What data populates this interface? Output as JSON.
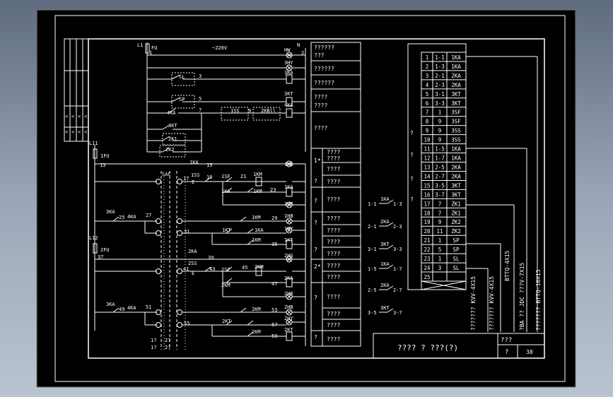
{
  "top": {
    "fuse_l1": "L1",
    "fuse_fu": "FU",
    "voltage": "~220V",
    "neutral": "N",
    "node_1": "1",
    "node_2": "2",
    "node_3": "3",
    "node_5": "5",
    "node_7": "7",
    "sl": "SL",
    "sp": "SP",
    "ka4": "4KA",
    "kt3": "3KT",
    "zk1": "ZK1",
    "zk2": "ZK2",
    "ss1": "1SS",
    "ss9": "9",
    "kbl1": "2KBll",
    "hw": "HW",
    "hy3": "3HY",
    "ka3": "3KA",
    "kt3_coil": "3KT",
    "ka4_coil": "4KA"
  },
  "mid": {
    "l11": "L11",
    "fu1": "1FU",
    "n13": "13",
    "l12": "L12",
    "fu2": "2FU",
    "n37": "37",
    "sac": "SAC",
    "n15": "15",
    "ka1": "1KA",
    "ss1": "1SS",
    "n17": "17",
    "n19": "19",
    "sf1": "1SF",
    "n21": "21",
    "km1": "1KM",
    "hg1": "1HG",
    "ka_c": "1KA",
    "km1b": "1KM",
    "n23": "23",
    "hr1": "1HR",
    "ka3b": "3KA",
    "n25": "25",
    "ka4b": "4KA",
    "n27": "27",
    "km1c": "1KM",
    "n29": "29",
    "hb1": "1HB",
    "kt1": "1KT",
    "n31": "31",
    "ka1c": "1KA",
    "hy1": "1HY",
    "km1d": "1KM",
    "n35": "35",
    "kt1b": "1KT",
    "hg2": "2HG",
    "ka2": "2KA",
    "ss2": "2SS",
    "n39": "39",
    "n41": "41",
    "n43": "43",
    "sf2": "2SF",
    "n45": "45",
    "km2": "2KM",
    "km2b": "2KM",
    "n47": "47",
    "ka2b": "2KA",
    "hr2": "2HR",
    "ka3c": "3KA",
    "n49": "49",
    "ka4c": "4KA",
    "n51": "51",
    "km2c": "2KM",
    "n53": "53",
    "hb2": "2HB",
    "hy2": "2HY",
    "n55": "55",
    "kt2": "2KT",
    "km2d": "2KM",
    "n57": "57",
    "n59": "59",
    "kt2b": "2KT",
    "bottom_left": [
      "1?",
      "2?",
      "1?",
      "2?"
    ],
    "e1": "E",
    "e2": "E"
  },
  "desc": {
    "top": [
      "??????",
      "???",
      "??????",
      "??????",
      "????",
      "????",
      "????"
    ],
    "lower": [
      "????",
      "????",
      "????",
      "????",
      "????",
      "????",
      "????",
      "????",
      "????",
      "????",
      "????",
      "????",
      "????",
      "????",
      "????",
      "????",
      "????"
    ],
    "marks": [
      "1*",
      "2*"
    ],
    "q": [
      "?",
      "?",
      "?",
      "?",
      "?",
      "?",
      "?",
      "?",
      "?",
      "?",
      "?",
      "?"
    ]
  },
  "contacts": [
    {
      "a": "1-1",
      "lbl": "1KA",
      "b": "1-3"
    },
    {
      "a": "2-1",
      "lbl": "2KA",
      "b": "2-3"
    },
    {
      "a": "3-1",
      "lbl": "3KT",
      "b": "3-3"
    },
    {
      "a": "1-5",
      "lbl": "1KA",
      "b": "1-7"
    },
    {
      "a": "2-5",
      "lbl": "2KA",
      "b": "2-7"
    },
    {
      "a": "3-5",
      "lbl": "3KT",
      "b": "3-7"
    }
  ],
  "terminal_table": {
    "rows": [
      [
        "1",
        "1-1",
        "1KA"
      ],
      [
        "2",
        "1-3",
        "1KA"
      ],
      [
        "3",
        "2-1",
        "2KA"
      ],
      [
        "4",
        "2-3",
        "2KA"
      ],
      [
        "5",
        "3-1",
        "3KT"
      ],
      [
        "6",
        "3-3",
        "3KT"
      ],
      [
        "7",
        "1",
        "3SF"
      ],
      [
        "8",
        "9",
        "3SF"
      ],
      [
        "9",
        "9",
        "3SS"
      ],
      [
        "10",
        "9",
        "3SS"
      ],
      [
        "11",
        "1-5",
        "1KA"
      ],
      [
        "12",
        "1-7",
        "1KA"
      ],
      [
        "13",
        "2-5",
        "2KA"
      ],
      [
        "14",
        "2-7",
        "2KA"
      ],
      [
        "15",
        "3-5",
        "3KT"
      ],
      [
        "16",
        "3-7",
        "3KT"
      ],
      [
        "17",
        "7",
        "ZK1"
      ],
      [
        "18",
        "7",
        "ZK1"
      ],
      [
        "19",
        "9",
        "ZK2"
      ],
      [
        "20",
        "11",
        "ZK2"
      ],
      [
        "21",
        "1",
        "SP"
      ],
      [
        "22",
        "5",
        "SP"
      ],
      [
        "23",
        "1",
        "SL"
      ],
      [
        "24",
        "3",
        "SL"
      ],
      [
        "25",
        "",
        ""
      ]
    ],
    "left_q": [
      "?",
      "?",
      "?",
      "?"
    ]
  },
  "cables": [
    "??????? KVV-4X15",
    "??????? KVV-4X15",
    "?BA ??  JDC ???V-7X15",
    "??????? BTTQ-10X15",
    "BTTQ-4X15"
  ],
  "title_block": {
    "title": "???? ? ???(?)",
    "code": "???",
    "q": "?",
    "num": "38"
  }
}
